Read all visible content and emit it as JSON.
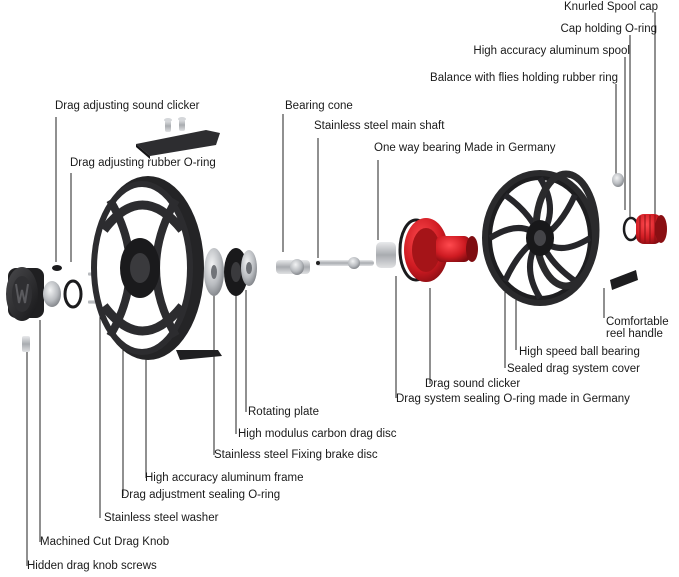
{
  "labels": {
    "knurled_spool_cap": "Knurled Spool cap",
    "cap_holding_oring": "Cap holding O-ring",
    "aluminum_spool": "High accuracy aluminum spool",
    "balance_rubber_ring": "Balance with flies holding rubber ring",
    "drag_sound_clicker_top": "Drag adjusting sound clicker",
    "bearing_cone": "Bearing cone",
    "main_shaft": "Stainless steel main shaft",
    "one_way_bearing": "One way bearing Made in Germany",
    "drag_rubber_oring": "Drag adjusting rubber O-ring",
    "reel_handle_line1": "Comfortable",
    "reel_handle_line2": "reel handle",
    "ball_bearing": "High speed ball bearing",
    "sealed_cover": "Sealed drag system cover",
    "drag_sound_clicker": "Drag sound clicker",
    "drag_sealing_oring_germany": "Drag system sealing O-ring made in Germany",
    "rotating_plate": "Rotating plate",
    "carbon_drag_disc": "High modulus carbon drag disc",
    "brake_disc": "Stainless steel Fixing brake disc",
    "aluminum_frame": "High accuracy aluminum frame",
    "drag_adjust_sealing_oring": "Drag adjustment sealing O-ring",
    "washer": "Stainless steel washer",
    "drag_knob": "Machined Cut Drag Knob",
    "knob_screws": "Hidden drag knob screws"
  },
  "colors": {
    "part_black": "#2b2b2d",
    "part_dark": "#1c1c1e",
    "part_red": "#d01e24",
    "part_silver": "#c9cbce",
    "leader_line": "#222222",
    "text": "#1a1a1a"
  }
}
